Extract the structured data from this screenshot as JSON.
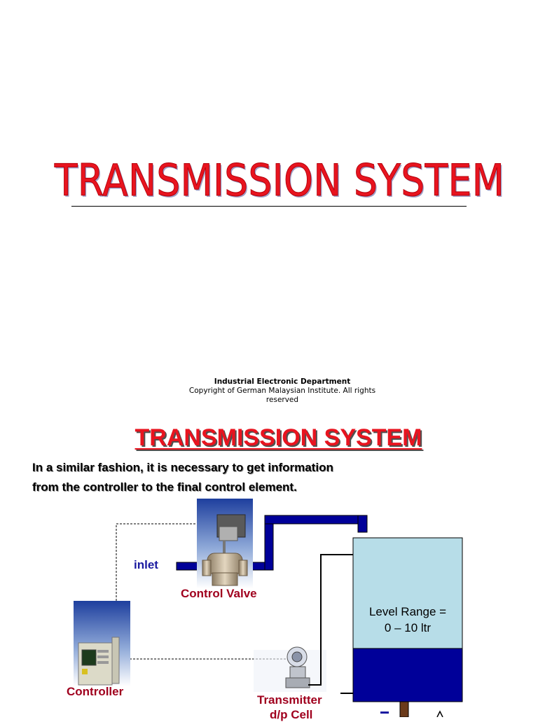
{
  "slide1": {
    "title": "TRANSMISSION SYSTEM",
    "footer_dept": "Industrial Electronic Department",
    "footer_copyright": "Copyright of German Malaysian Institute. All rights reserved"
  },
  "slide2": {
    "title": "TRANSMISSION SYSTEM",
    "intro_line1": "In a similar fashion, it is necessary to get information",
    "intro_line2": "from the controller to the final control element.",
    "labels": {
      "inlet": "inlet",
      "control_valve": "Control Valve",
      "controller": "Controller",
      "transmitter": "Transmitter",
      "dp_cell": "d/p Cell",
      "level_range_line1": "Level Range =",
      "level_range_line2": "0 – 10 ltr"
    }
  },
  "colors": {
    "title_red": "#e8141f",
    "label_red": "#a0001e",
    "label_blue": "#1a1aa0",
    "pipe_blue": "#000099",
    "tank_top": "#b7dde8",
    "tank_fill": "#000099"
  }
}
